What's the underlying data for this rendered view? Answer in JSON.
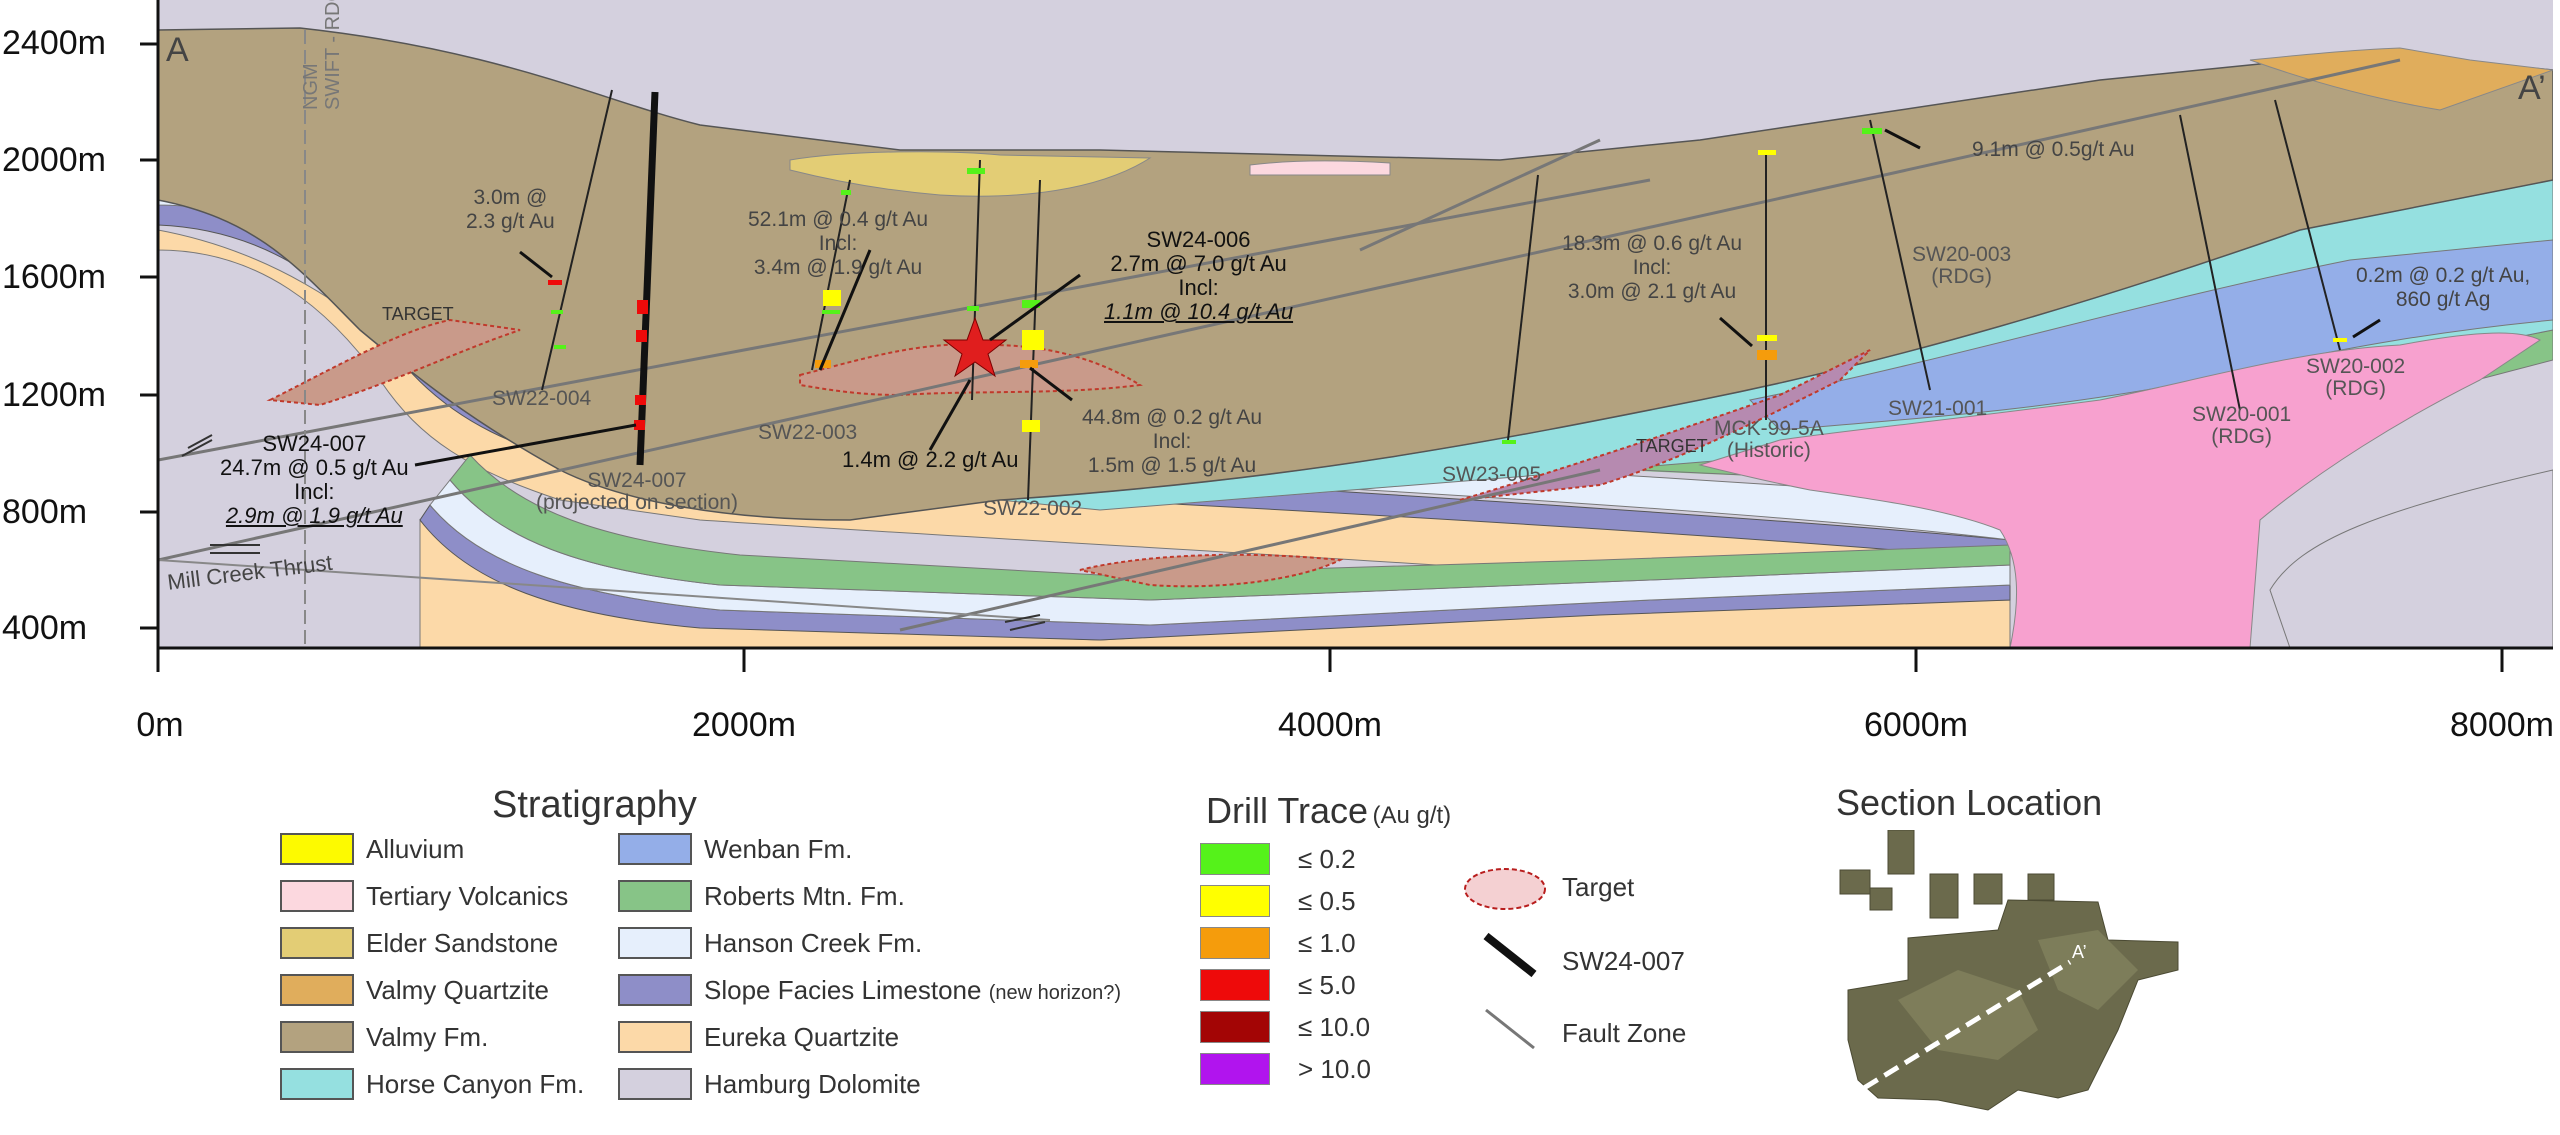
{
  "elevation_labels": [
    "2400m",
    "2000m",
    "1600m",
    "1200m",
    "800m",
    "400m"
  ],
  "distance_labels": [
    "0m",
    "2000m",
    "4000m",
    "6000m",
    "8000m"
  ],
  "section_ends": {
    "start": "A",
    "end": "A’"
  },
  "structures": {
    "claim_boundary": {
      "line1": "NGM",
      "line2": "SWIFT - RDG"
    },
    "thrust": "Mill Creek Thrust",
    "target_labels": [
      "TARGET",
      "TARGET"
    ]
  },
  "drill_holes": [
    {
      "label": "SW22-004"
    },
    {
      "label": "SW24-007",
      "note": "(projected on section)"
    },
    {
      "label": "SW22-003"
    },
    {
      "label": "SW22-002"
    },
    {
      "label": "SW23-005"
    },
    {
      "label": "MCK-99-5A",
      "note": "(Historic)"
    },
    {
      "label": "SW21-001"
    },
    {
      "label": "SW20-003",
      "note": "(RDG)"
    },
    {
      "label": "SW20-001",
      "note": "(RDG)"
    },
    {
      "label": "SW20-002",
      "note": "(RDG)"
    }
  ],
  "intercepts": {
    "sw22_004": {
      "l1": "3.0m @",
      "l2": "2.3 g/t Au"
    },
    "sw22_003": {
      "l1": "52.1m @ 0.4 g/t Au",
      "l2": "Incl:",
      "l3": "3.4m @ 1.9 g/t Au"
    },
    "sw24_006": {
      "l1": "SW24-006",
      "l2": "2.7m @ 7.0 g/t Au",
      "l3": "Incl:",
      "l4": "1.1m @ 10.4 g/t Au"
    },
    "sw24_007": {
      "l1": "SW24-007",
      "l2": "24.7m @ 0.5 g/t Au",
      "l3": "Incl:",
      "l4": "2.9m @ 1.9 g/t Au"
    },
    "star_hole": {
      "l1": "1.4m @ 2.2 g/t Au"
    },
    "sw22_002": {
      "l1": "44.8m @ 0.2 g/t Au",
      "l2": "Incl:",
      "l3": "1.5m @ 1.5 g/t Au"
    },
    "mck": {
      "l1": "18.3m @ 0.6 g/t Au",
      "l2": "Incl:",
      "l3": "3.0m @ 2.1 g/t Au"
    },
    "sw20_003": {
      "l1": "9.1m @ 0.5g/t Au"
    },
    "sw20_002": {
      "l1": "0.2m @ 0.2 g/t Au,",
      "l2": "860 g/t Ag"
    }
  },
  "stratigraphy": {
    "title": "Stratigraphy",
    "items": [
      {
        "name": "Alluvium",
        "color": "#fdfa00"
      },
      {
        "name": "Tertiary Volcanics",
        "color": "#fcd8df"
      },
      {
        "name": "Elder Sandstone",
        "color": "#e3cd75"
      },
      {
        "name": "Valmy Quartzite",
        "color": "#e0ad5c"
      },
      {
        "name": "Valmy Fm.",
        "color": "#b3a27f"
      },
      {
        "name": "Horse Canyon Fm.",
        "color": "#95e0e0"
      },
      {
        "name": "Wenban Fm.",
        "color": "#94aee8"
      },
      {
        "name": "Roberts Mtn. Fm.",
        "color": "#87c487"
      },
      {
        "name": "Hanson Creek Fm.",
        "color": "#e6effc"
      },
      {
        "name": "Slope Facies Limestone",
        "note": "(new horizon?)",
        "color": "#8e8ec8"
      },
      {
        "name": "Eureka Quartzite",
        "color": "#fcd9a8"
      },
      {
        "name": "Hamburg Dolomite",
        "color": "#d4d0de"
      }
    ]
  },
  "drill_trace": {
    "title": "Drill Trace",
    "unit": "(Au g/t)",
    "items": [
      {
        "label": "≤ 0.2",
        "color": "#55f21a"
      },
      {
        "label": "≤ 0.5",
        "color": "#ffff00"
      },
      {
        "label": "≤ 1.0",
        "color": "#f59c0c"
      },
      {
        "label": "≤ 5.0",
        "color": "#ee0a0a"
      },
      {
        "label": "≤ 10.0",
        "color": "#a30505"
      },
      {
        "label": "> 10.0",
        "color": "#b114ee"
      }
    ]
  },
  "symbols": [
    {
      "label": "Target",
      "icon": "target-ellipse-icon"
    },
    {
      "label": "SW24-007",
      "icon": "drill-trace-line-icon"
    },
    {
      "label": "Fault Zone",
      "icon": "fault-line-icon"
    }
  ],
  "section_location": {
    "title": "Section Location",
    "start": "A",
    "end": "A’"
  }
}
